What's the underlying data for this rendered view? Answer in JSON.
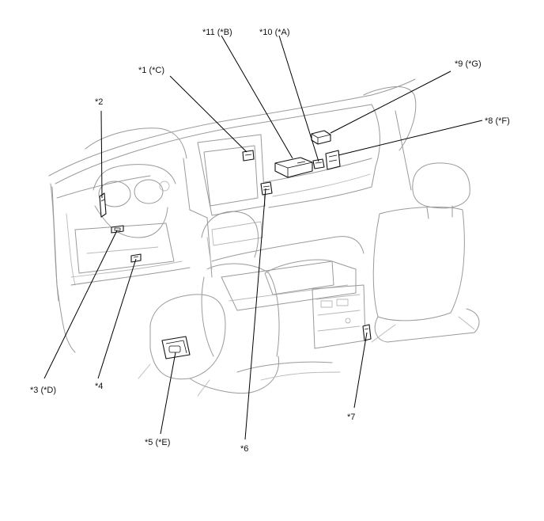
{
  "figure": {
    "callouts": [
      {
        "id": "c11",
        "text": "*11 (*B)"
      },
      {
        "id": "c10",
        "text": "*10 (*A)"
      },
      {
        "id": "c9",
        "text": "*9 (*G)"
      },
      {
        "id": "c8",
        "text": "*8 (*F)"
      },
      {
        "id": "c1",
        "text": "*1 (*C)"
      },
      {
        "id": "c2",
        "text": "*2"
      },
      {
        "id": "c3",
        "text": "*3 (*D)"
      },
      {
        "id": "c4",
        "text": "*4"
      },
      {
        "id": "c5",
        "text": "*5 (*E)"
      },
      {
        "id": "c6",
        "text": "*6"
      },
      {
        "id": "c7",
        "text": "*7"
      }
    ]
  }
}
